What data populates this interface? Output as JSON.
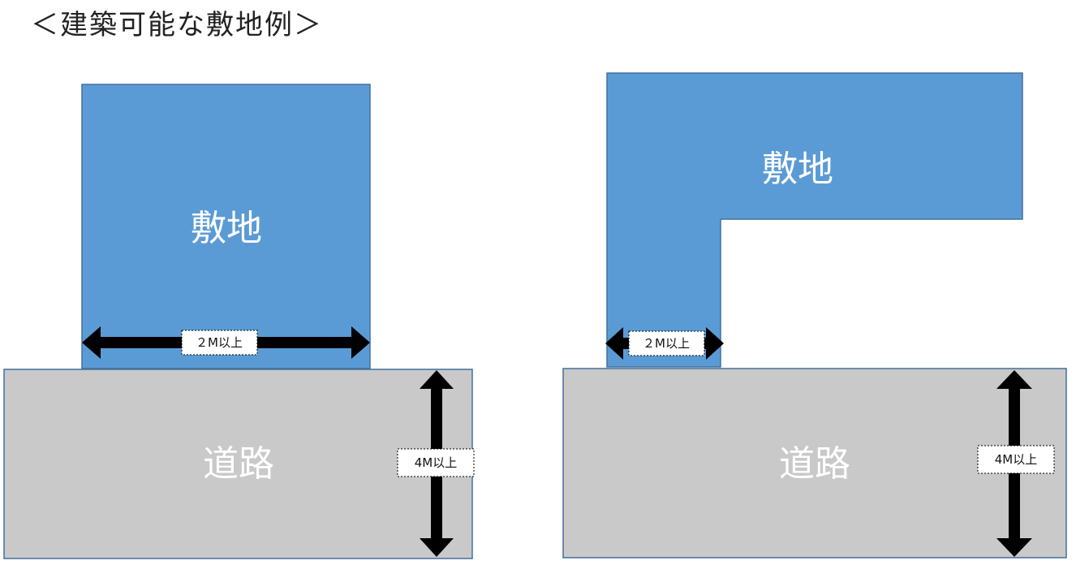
{
  "title": "＜建築可能な敷地例＞",
  "colors": {
    "site_fill": "#5b9bd5",
    "site_stroke": "#41719c",
    "road_fill": "#c9c9c9",
    "road_stroke": "#41719c",
    "arrow": "#000000",
    "label_text_white": "#ffffff"
  },
  "examples": [
    {
      "site_label": "敷地",
      "road_label": "道路",
      "frontage_label": "２M以上",
      "road_width_label": "4M以上"
    },
    {
      "site_label": "敷地",
      "road_label": "道路",
      "frontage_label": "２M以上",
      "road_width_label": "4M以上"
    }
  ]
}
